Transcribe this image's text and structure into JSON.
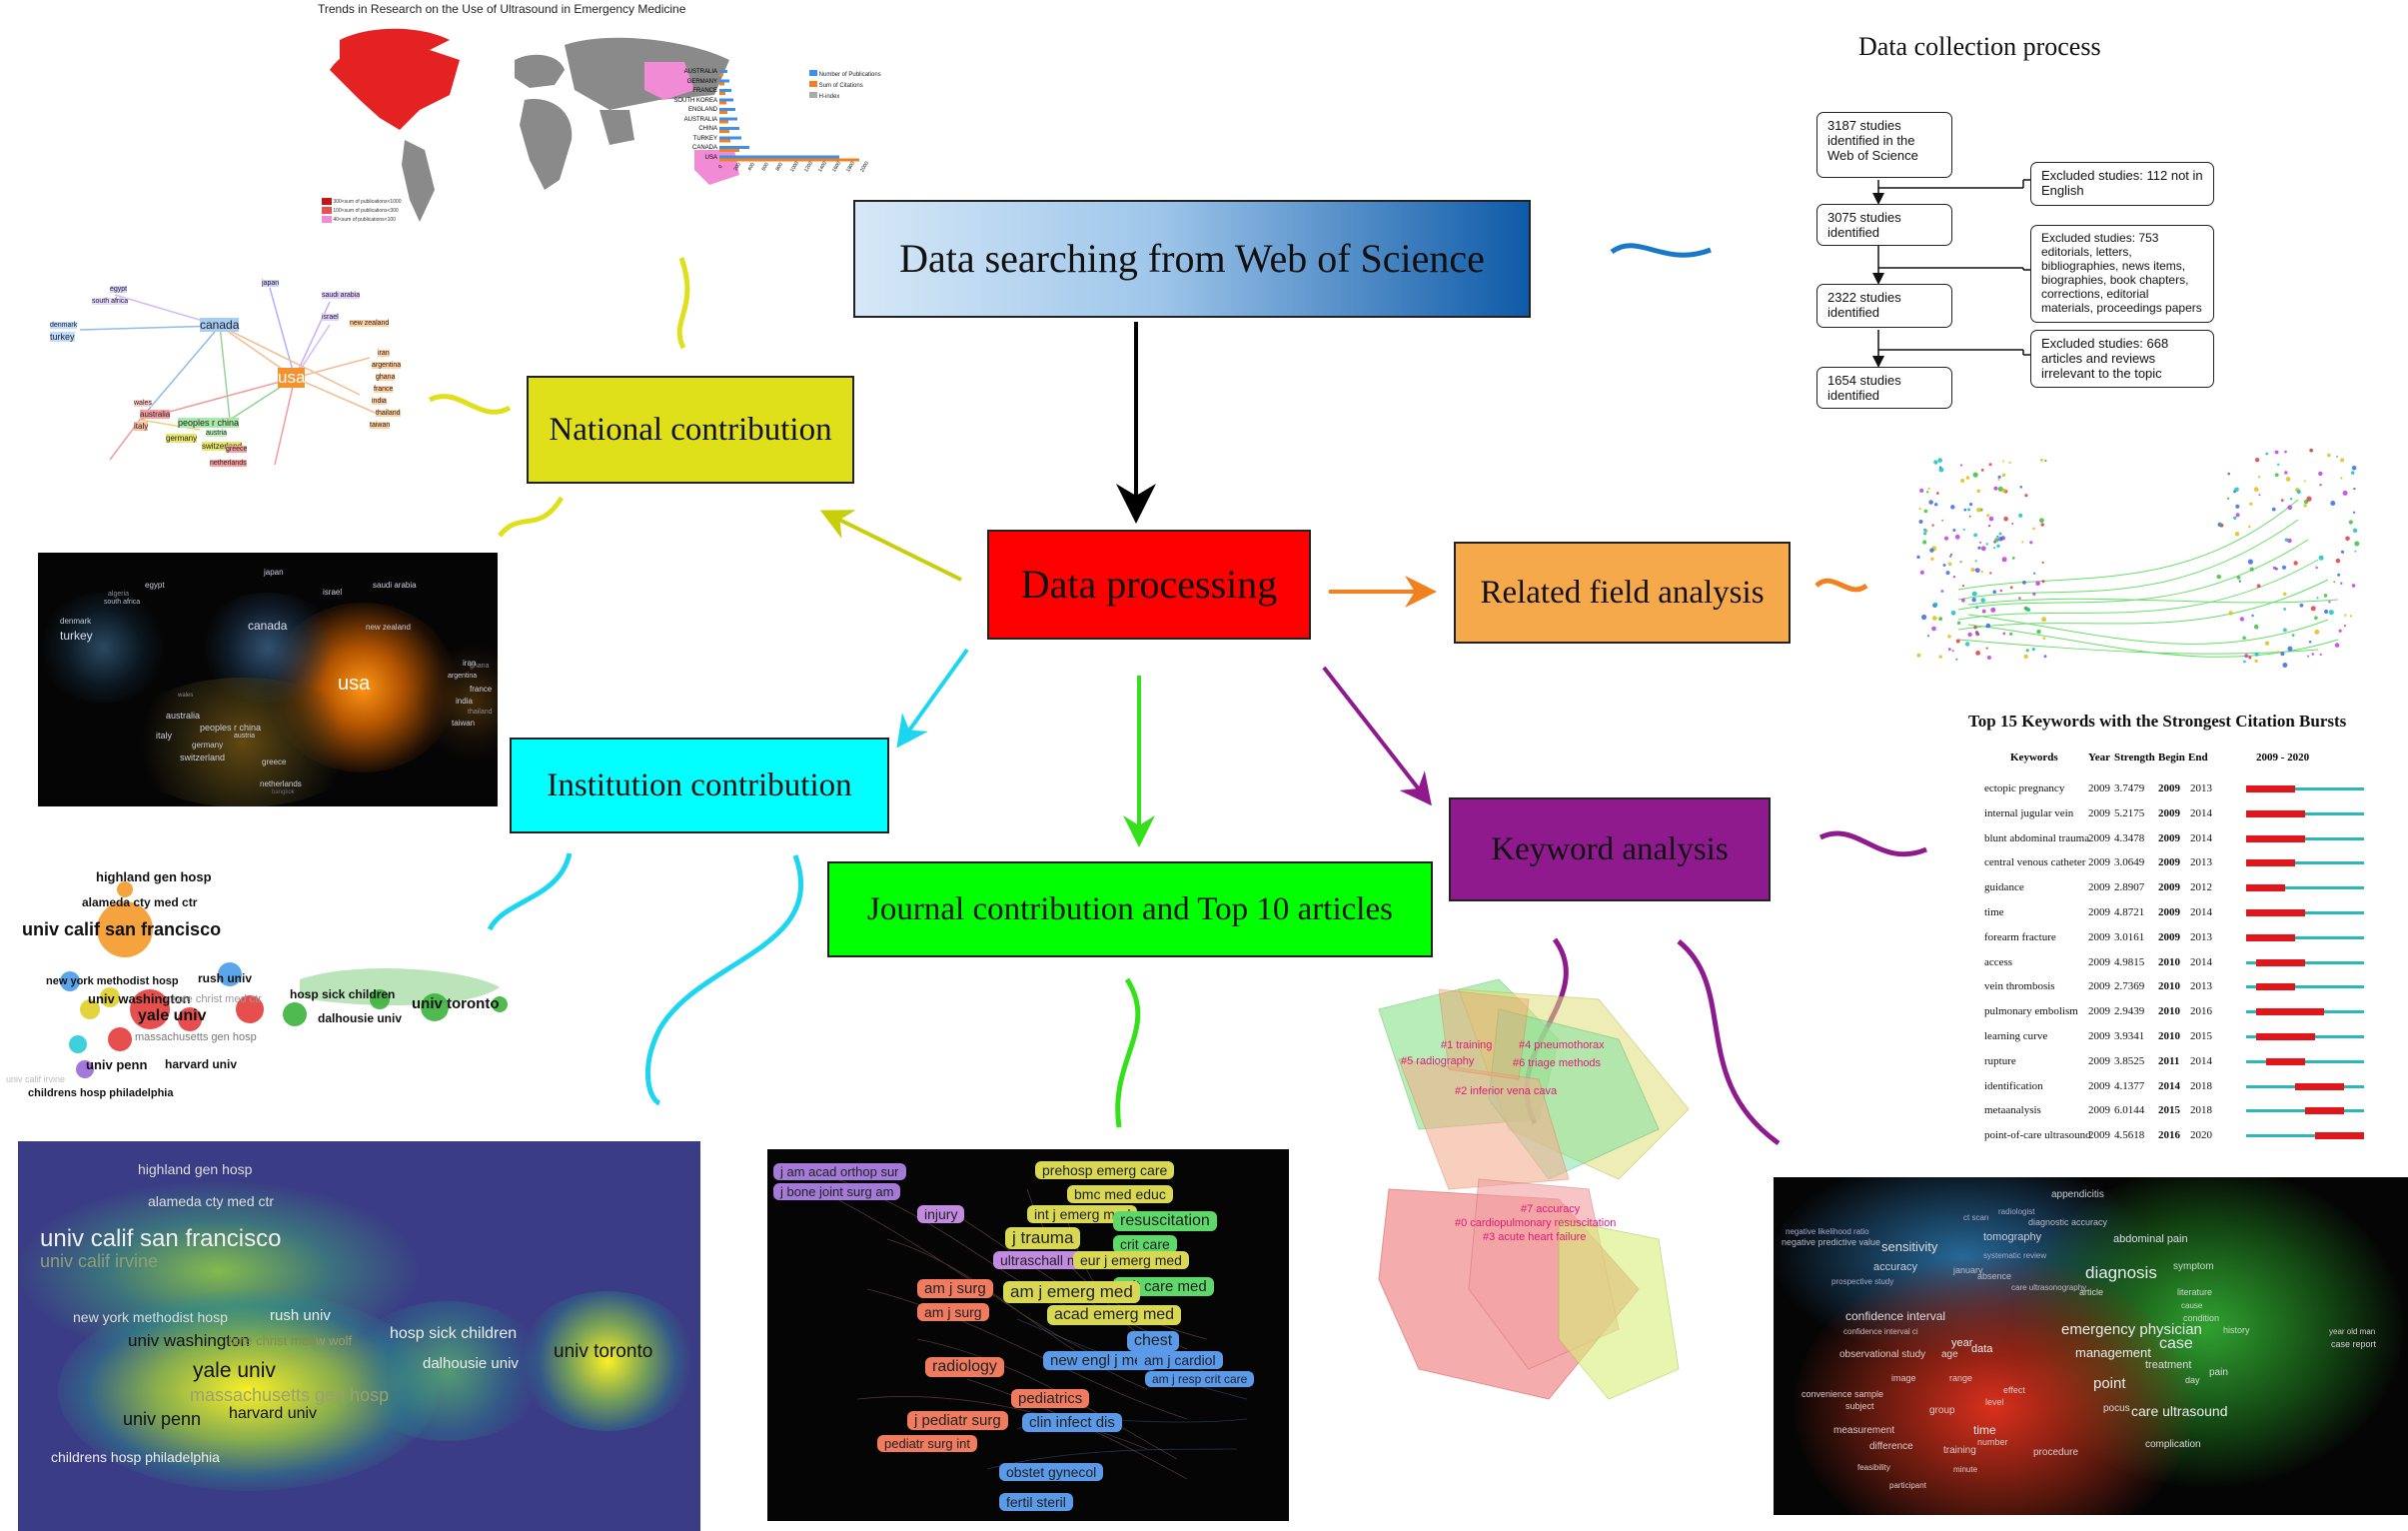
{
  "boxes": {
    "search": "Data searching from Web of Science",
    "processing": "Data processing",
    "national": "National contribution",
    "institution": "Institution  contribution",
    "journal": "Journal contribution and  Top 10 articles",
    "related": "Related field analysis",
    "keyword": "Keyword analysis"
  },
  "colors": {
    "search_gradient_start": "#d6e8f7",
    "search_gradient_end": "#0e5aa8",
    "processing": "#ff0000",
    "national": "#dfe01a",
    "institution": "#00ffff",
    "journal": "#00ff00",
    "related": "#f6a94b",
    "keyword": "#8e1a8e",
    "arrow_black": "#000000",
    "arrow_yellow": "#c8cf0a",
    "arrow_cyan": "#1ad6f0",
    "arrow_green": "#33e01a",
    "arrow_purple": "#8e1a8e",
    "arrow_orange": "#f2801e",
    "squiggle_blue": "#1a78c8"
  },
  "data_collection": {
    "title": "Data collection process",
    "steps": [
      "3187 studies  identified in the Web of Science",
      "3075 studies identified",
      "2322 studies identified",
      "1654 studies identified"
    ],
    "exclusions": [
      "Excluded studies: 112 not in English",
      "Excluded studies: 753 editorials, letters, bibliographies, news items, biographies, book chapters, corrections, editorial materials, proceedings papers",
      "Excluded studies: 668 articles and reviews irrelevant to the topic"
    ]
  },
  "map_panel": {
    "title": "Trends in Research on the Use of Ultrasound in Emergency Medicine",
    "bar_countries": [
      "AUSTRALIA",
      "GERMANY",
      "FRANCE",
      "SOUTH KOREA",
      "ENGLAND",
      "AUSTRALIA",
      "CHINA",
      "TURKEY",
      "CANADA",
      "USA"
    ],
    "bar_legend": [
      "Number of Publications",
      "Sum of Citations",
      "H-index"
    ],
    "bar_ticks": [
      "0",
      "200",
      "400",
      "600",
      "800",
      "1000",
      "1200",
      "1400",
      "1600",
      "1800",
      "2000"
    ],
    "map_legend": [
      "300<sum of publications<1000",
      "100<sum of publications<300",
      "40<sum of publications<100"
    ]
  },
  "country_network": {
    "nodes": [
      "usa",
      "canada",
      "japan",
      "saudi arabia",
      "egypt",
      "south africa",
      "israel",
      "new zealand",
      "denmark",
      "turkey",
      "iran",
      "argentina",
      "ghana",
      "france",
      "india",
      "thailand",
      "taiwan",
      "australia",
      "peoples r china",
      "italy",
      "germany",
      "austria",
      "switzerland",
      "greece",
      "netherlands",
      "wales"
    ]
  },
  "country_density": {
    "labels": [
      "usa",
      "canada",
      "japan",
      "saudi arabia",
      "egypt",
      "algeria",
      "south africa",
      "israel",
      "new zealand",
      "denmark",
      "turkey",
      "iran",
      "argentina",
      "ghana",
      "france",
      "india",
      "thailand",
      "taiwan",
      "australia",
      "peoples r china",
      "italy",
      "germany",
      "austria",
      "switzerland",
      "greece",
      "netherlands",
      "wales",
      "bangkok"
    ]
  },
  "institution_network": {
    "labels": [
      "highland gen hosp",
      "alameda cty med ctr",
      "univ calif san francisco",
      "new york methodist hosp",
      "rush univ",
      "univ washington",
      "yale univ",
      "hosp sick children",
      "univ toronto",
      "dalhousie univ",
      "univ penn",
      "harvard univ",
      "childrens hosp philadelphia",
      "massachusetts gen hosp",
      "univ calif irvine",
      "kate christ med ctr"
    ]
  },
  "institution_density": {
    "labels": [
      "highland gen hosp",
      "alameda cty med ctr",
      "univ calif san francisco",
      "univ calif irvine",
      "new york methodist hosp",
      "rush univ",
      "univ washington",
      "kate christ med",
      "yale univ",
      "massachusetts gen hosp",
      "hosp sick children",
      "dalhousie univ",
      "univ toronto",
      "univ penn",
      "harvard univ",
      "childrens hosp philadelphia",
      "w wolf"
    ]
  },
  "journal_network": {
    "labels": [
      "j am acad orthop sur",
      "j bone joint surg am",
      "injury",
      "prehosp emerg care",
      "bmc med educ",
      "int j emerg med",
      "j trauma",
      "resuscitation",
      "crit care",
      "ultraschall med",
      "eur j emerg med",
      "crit care med",
      "am j surg",
      "am j emerg med",
      "acad emerg med",
      "am j surg",
      "chest",
      "radiology",
      "new engl j med",
      "am j cardiol",
      "am j resp crit care",
      "pediatrics",
      "j pediatr surg",
      "clin infect dis",
      "pediatr surg int",
      "obstet gynecol",
      "fertil steril"
    ]
  },
  "cluster_panel": {
    "labels": [
      "#1 training",
      "#4 pneumothorax",
      "#5 radiography",
      "#6 triage methods",
      "#2 inferior vena cava",
      "#7 accuracy",
      "#0 cardiopulmonary resuscitation",
      "#3 acute heart failure"
    ]
  },
  "keyword_bursts": {
    "title": "Top 15 Keywords with the Strongest Citation Bursts",
    "headers": [
      "Keywords",
      "Year",
      "Strength",
      "Begin",
      "End",
      "2009 - 2020"
    ],
    "rows": [
      {
        "keyword": "ectopic pregnancy",
        "year": "2009",
        "strength": "3.7479",
        "begin": "2009",
        "end": "2013",
        "b": 2009,
        "e": 2013
      },
      {
        "keyword": "internal jugular vein",
        "year": "2009",
        "strength": "5.2175",
        "begin": "2009",
        "end": "2014",
        "b": 2009,
        "e": 2014
      },
      {
        "keyword": "blunt abdominal trauma",
        "year": "2009",
        "strength": "4.3478",
        "begin": "2009",
        "end": "2014",
        "b": 2009,
        "e": 2014
      },
      {
        "keyword": "central venous catheter",
        "year": "2009",
        "strength": "3.0649",
        "begin": "2009",
        "end": "2013",
        "b": 2009,
        "e": 2013
      },
      {
        "keyword": "guidance",
        "year": "2009",
        "strength": "2.8907",
        "begin": "2009",
        "end": "2012",
        "b": 2009,
        "e": 2012
      },
      {
        "keyword": "time",
        "year": "2009",
        "strength": "4.8721",
        "begin": "2009",
        "end": "2014",
        "b": 2009,
        "e": 2014
      },
      {
        "keyword": "forearm fracture",
        "year": "2009",
        "strength": "3.0161",
        "begin": "2009",
        "end": "2013",
        "b": 2009,
        "e": 2013
      },
      {
        "keyword": "access",
        "year": "2009",
        "strength": "4.9815",
        "begin": "2010",
        "end": "2014",
        "b": 2010,
        "e": 2014
      },
      {
        "keyword": "vein thrombosis",
        "year": "2009",
        "strength": "2.7369",
        "begin": "2010",
        "end": "2013",
        "b": 2010,
        "e": 2013
      },
      {
        "keyword": "pulmonary embolism",
        "year": "2009",
        "strength": "2.9439",
        "begin": "2010",
        "end": "2016",
        "b": 2010,
        "e": 2016
      },
      {
        "keyword": "learning curve",
        "year": "2009",
        "strength": "3.9341",
        "begin": "2010",
        "end": "2015",
        "b": 2010,
        "e": 2015
      },
      {
        "keyword": "rupture",
        "year": "2009",
        "strength": "3.8525",
        "begin": "2011",
        "end": "2014",
        "b": 2011,
        "e": 2014
      },
      {
        "keyword": "identification",
        "year": "2009",
        "strength": "4.1377",
        "begin": "2014",
        "end": "2018",
        "b": 2014,
        "e": 2018
      },
      {
        "keyword": "metaanalysis",
        "year": "2009",
        "strength": "6.0144",
        "begin": "2015",
        "end": "2018",
        "b": 2015,
        "e": 2018
      },
      {
        "keyword": "point-of-care ultrasound",
        "year": "2009",
        "strength": "4.5618",
        "begin": "2016",
        "end": "2020",
        "b": 2016,
        "e": 2020
      }
    ]
  },
  "keyword_density": {
    "labels": [
      "appendicitis",
      "ct scan",
      "radiologist",
      "diagnostic accuracy",
      "negative likelihood ratio",
      "negative predictive value",
      "sensitivity",
      "tomography",
      "abdominal pain",
      "systematic review",
      "accuracy",
      "january",
      "absence",
      "prospective study",
      "care ultrasonography",
      "diagnosis",
      "symptom",
      "article",
      "literature",
      "cause",
      "confidence interval",
      "condition",
      "history",
      "confidence interval ci",
      "emergency physician",
      "year old man",
      "observational study",
      "year",
      "age",
      "data",
      "management",
      "case",
      "case report",
      "treatment",
      "pain",
      "image",
      "range",
      "convenience sample",
      "effect",
      "point",
      "day",
      "subject",
      "level",
      "group",
      "pocus",
      "measurement",
      "time",
      "care ultrasound",
      "difference",
      "training",
      "number",
      "procedure",
      "complication",
      "feasibility",
      "minute",
      "participant"
    ]
  }
}
